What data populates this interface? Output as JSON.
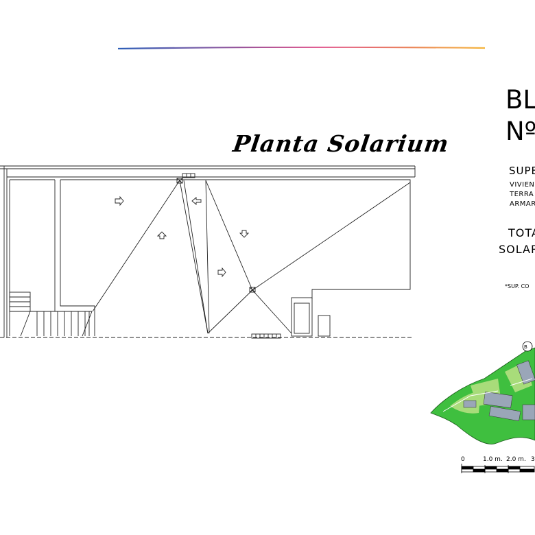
{
  "header": {
    "gradient_colors": [
      "#2d5fb8",
      "#e0518a",
      "#f5b53b"
    ],
    "block_label": "BL",
    "block_number": "Nº"
  },
  "plan": {
    "title": "Planta Solarium"
  },
  "surfaces": {
    "title": "SUPE",
    "rows": [
      "VIVIEN",
      "TERRA",
      "ARMAR"
    ],
    "total_label": "TOTA",
    "solarium_label": "SOLAR",
    "footnote": "*SUP. CO"
  },
  "site_map": {
    "badge": "B",
    "colors": {
      "grass": "#3fbf3f",
      "light_grass": "#a8dc7a",
      "building": "#9aa6b8"
    }
  },
  "scale": {
    "ticks": [
      "0",
      "1.0 m.",
      "2.0 m.",
      "3"
    ]
  },
  "footer": {
    "line_color": "#2f54a8"
  }
}
